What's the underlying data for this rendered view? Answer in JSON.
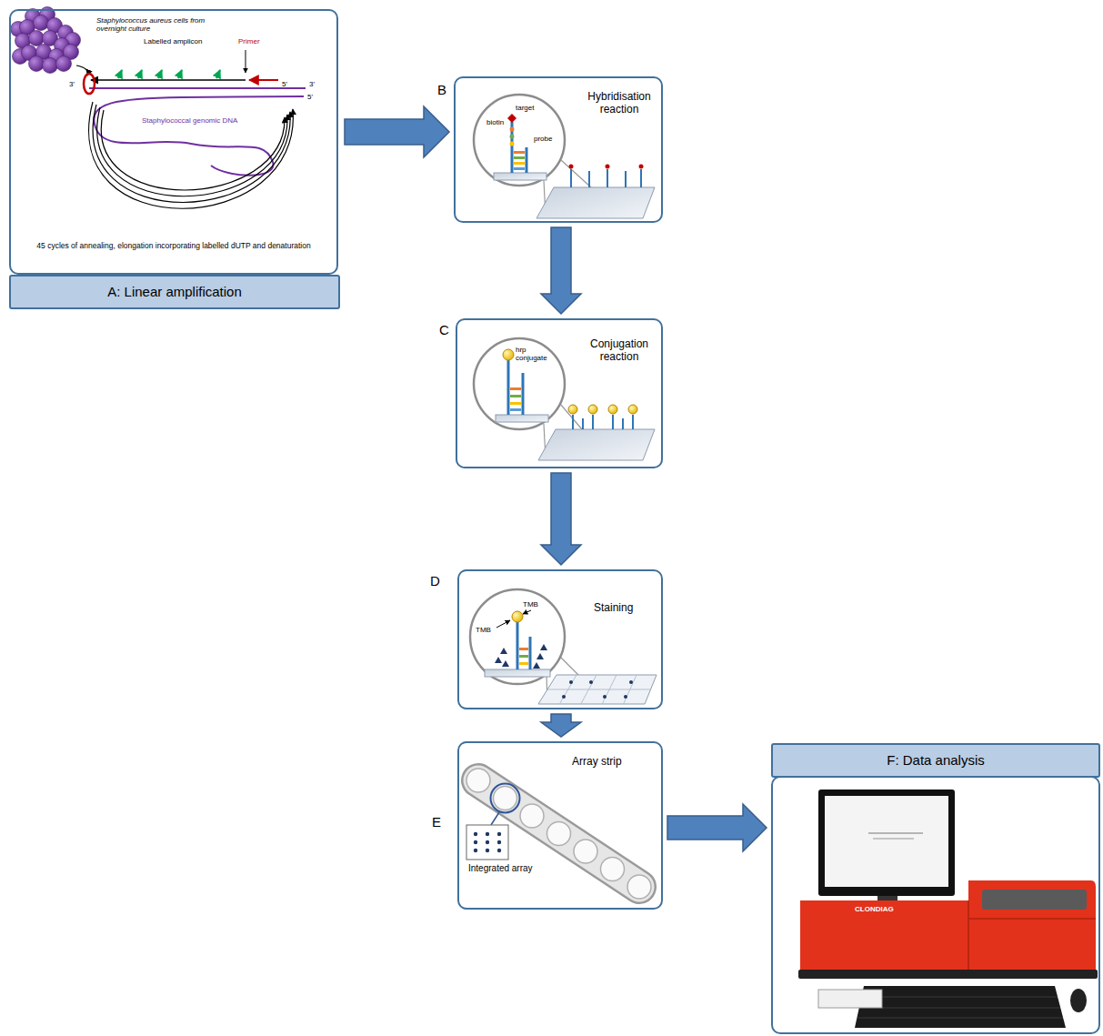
{
  "diagram": {
    "nodes": [
      {
        "text": [
          "A: Linear amplification",
          "Staphylococcus aureus cells from overnight culture",
          "Labelled amplicon",
          "Primer",
          "3'",
          "5'",
          "3'",
          "5'",
          "Staphylococcal genomic DNA",
          "45 cycles of annealing, elongation incorporating labelled dUTP and denaturation"
        ]
      },
      {
        "text": [
          "B",
          "Hybridisation reaction",
          "biotin",
          "target",
          "probe"
        ]
      },
      {
        "text": [
          "C",
          "Conjugation reaction",
          "hrp conjugate"
        ]
      },
      {
        "text": [
          "D",
          "Staining",
          "TMB",
          "TMB"
        ]
      },
      {
        "text": [
          "E",
          "Array strip",
          "Integrated array"
        ]
      },
      {
        "text": [
          "F: Data analysis",
          "CLONDIAG"
        ]
      }
    ],
    "edges": [
      {
        "from": 0,
        "to": 1,
        "arrow": "to"
      },
      {
        "from": 1,
        "to": 2,
        "arrow": "to"
      },
      {
        "from": 2,
        "to": 3,
        "arrow": "to"
      },
      {
        "from": 3,
        "to": 4,
        "arrow": "to"
      },
      {
        "from": 4,
        "to": 5,
        "arrow": "to"
      }
    ]
  }
}
